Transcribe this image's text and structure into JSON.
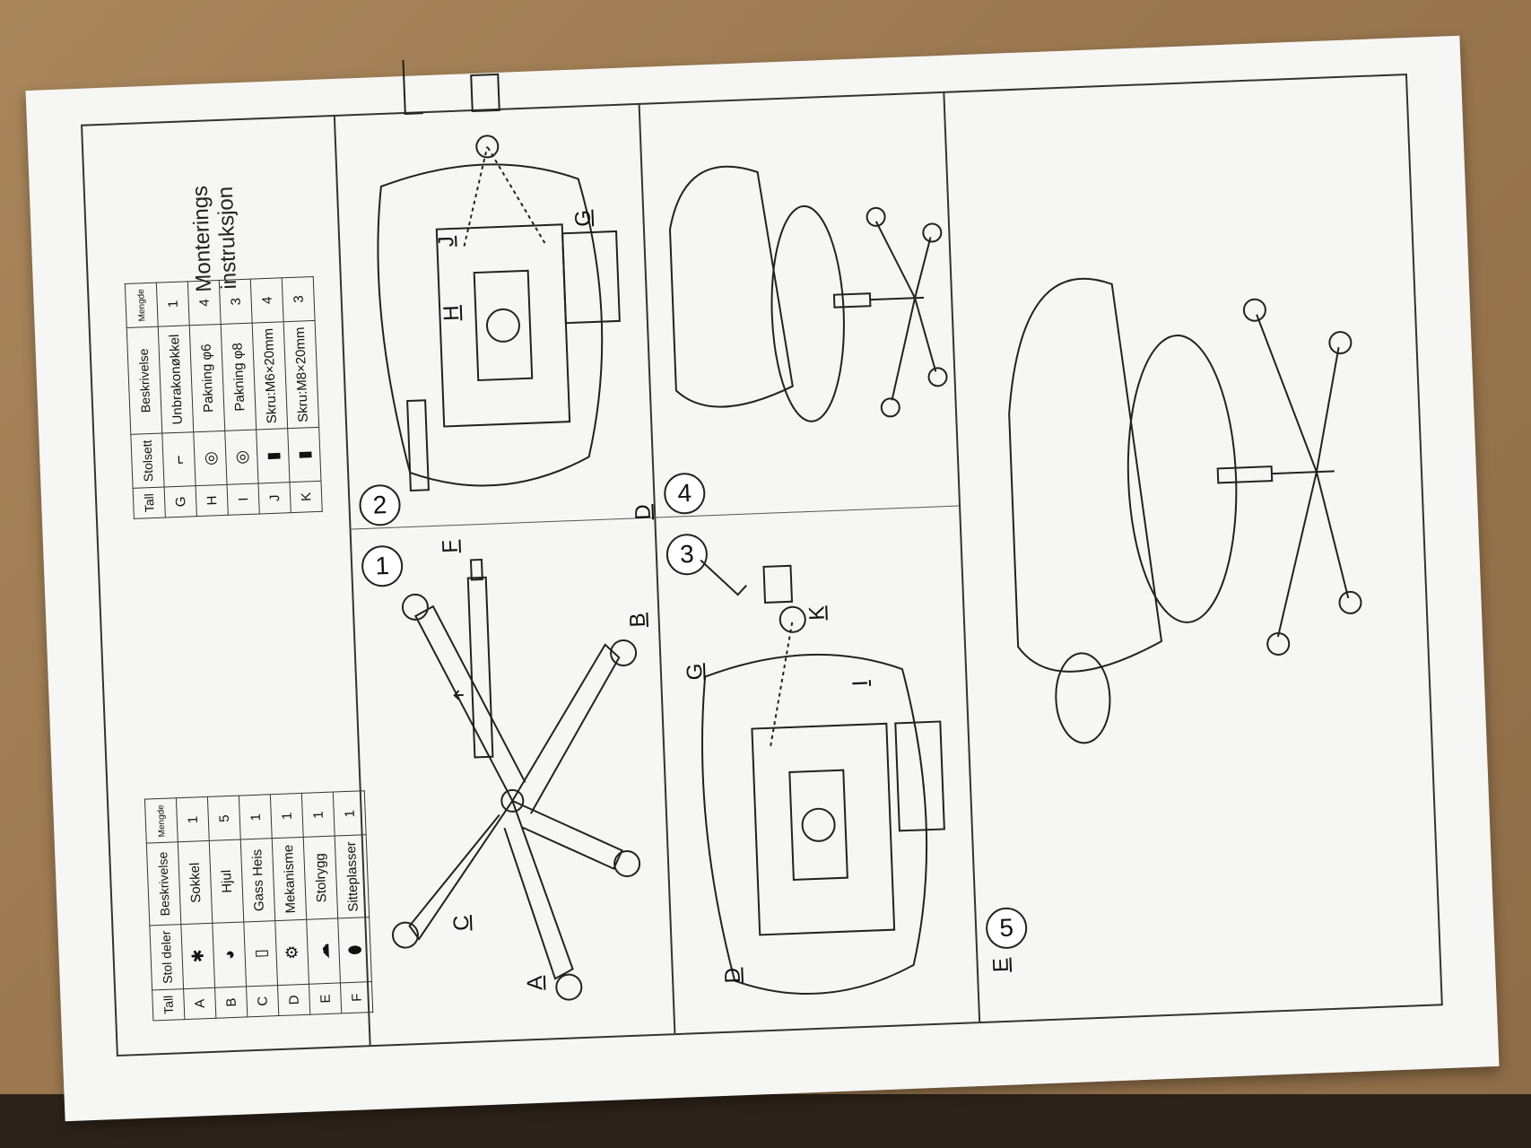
{
  "title": [
    "Monterings",
    "instruksjon"
  ],
  "table_left": {
    "headers": [
      "Tall",
      "Stol deler",
      "Beskrivelse",
      "Mengde"
    ],
    "rows": [
      {
        "tall": "A",
        "icon": "base-icon",
        "beskrivelse": "Sokkel",
        "mengde": "1"
      },
      {
        "tall": "B",
        "icon": "wheel-icon",
        "beskrivelse": "Hjul",
        "mengde": "5"
      },
      {
        "tall": "C",
        "icon": "gas-lift-icon",
        "beskrivelse": "Gass Heis",
        "mengde": "1"
      },
      {
        "tall": "D",
        "icon": "mechanism-icon",
        "beskrivelse": "Mekanisme",
        "mengde": "1"
      },
      {
        "tall": "E",
        "icon": "backrest-icon",
        "beskrivelse": "Stolrygg",
        "mengde": "1"
      },
      {
        "tall": "F",
        "icon": "seat-icon",
        "beskrivelse": "Sitteplasser",
        "mengde": "1"
      }
    ]
  },
  "table_right": {
    "headers": [
      "Tall",
      "Stolsett",
      "Beskrivelse",
      "Mengde"
    ],
    "rows": [
      {
        "tall": "G",
        "icon": "allen-key-icon",
        "beskrivelse": "Unbrakonøkkel",
        "mengde": "1"
      },
      {
        "tall": "H",
        "icon": "washer-icon",
        "beskrivelse": "Pakning φ6",
        "mengde": "4"
      },
      {
        "tall": "I",
        "icon": "washer-icon",
        "beskrivelse": "Pakning φ8",
        "mengde": "3"
      },
      {
        "tall": "J",
        "icon": "screw-icon",
        "beskrivelse": "Skru:M6×20mm",
        "mengde": "4"
      },
      {
        "tall": "K",
        "icon": "screw-icon",
        "beskrivelse": "Skru:M8×20mm",
        "mengde": "3"
      }
    ]
  },
  "steps": [
    "1",
    "2",
    "3",
    "4",
    "5"
  ],
  "labels": {
    "step1": [
      "A",
      "B",
      "C"
    ],
    "step2": [
      "D",
      "F",
      "H",
      "J",
      "G"
    ],
    "step3": [
      "D",
      "E",
      "G",
      "I",
      "K"
    ]
  }
}
